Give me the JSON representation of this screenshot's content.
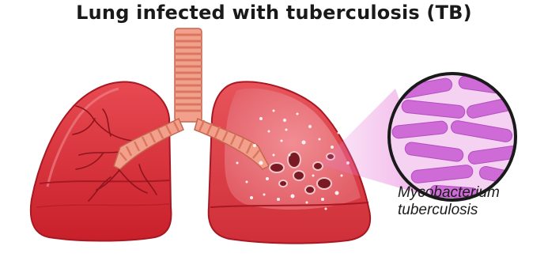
{
  "title": "Lung infected with tuberculosis (TB)",
  "caption": {
    "line1": "Mycobacterium",
    "line2": "tuberculosis"
  },
  "colors": {
    "lung_dark": "#c8202a",
    "lung_base": "#e0404a",
    "lung_light": "#f07f86",
    "trachea": "#f2a08c",
    "trachea_ring": "#d9765e",
    "bacteria_bg": "#f5d2f2",
    "bacteria": "#cf6bd7",
    "magnifier_ring": "#1a1a1a"
  }
}
